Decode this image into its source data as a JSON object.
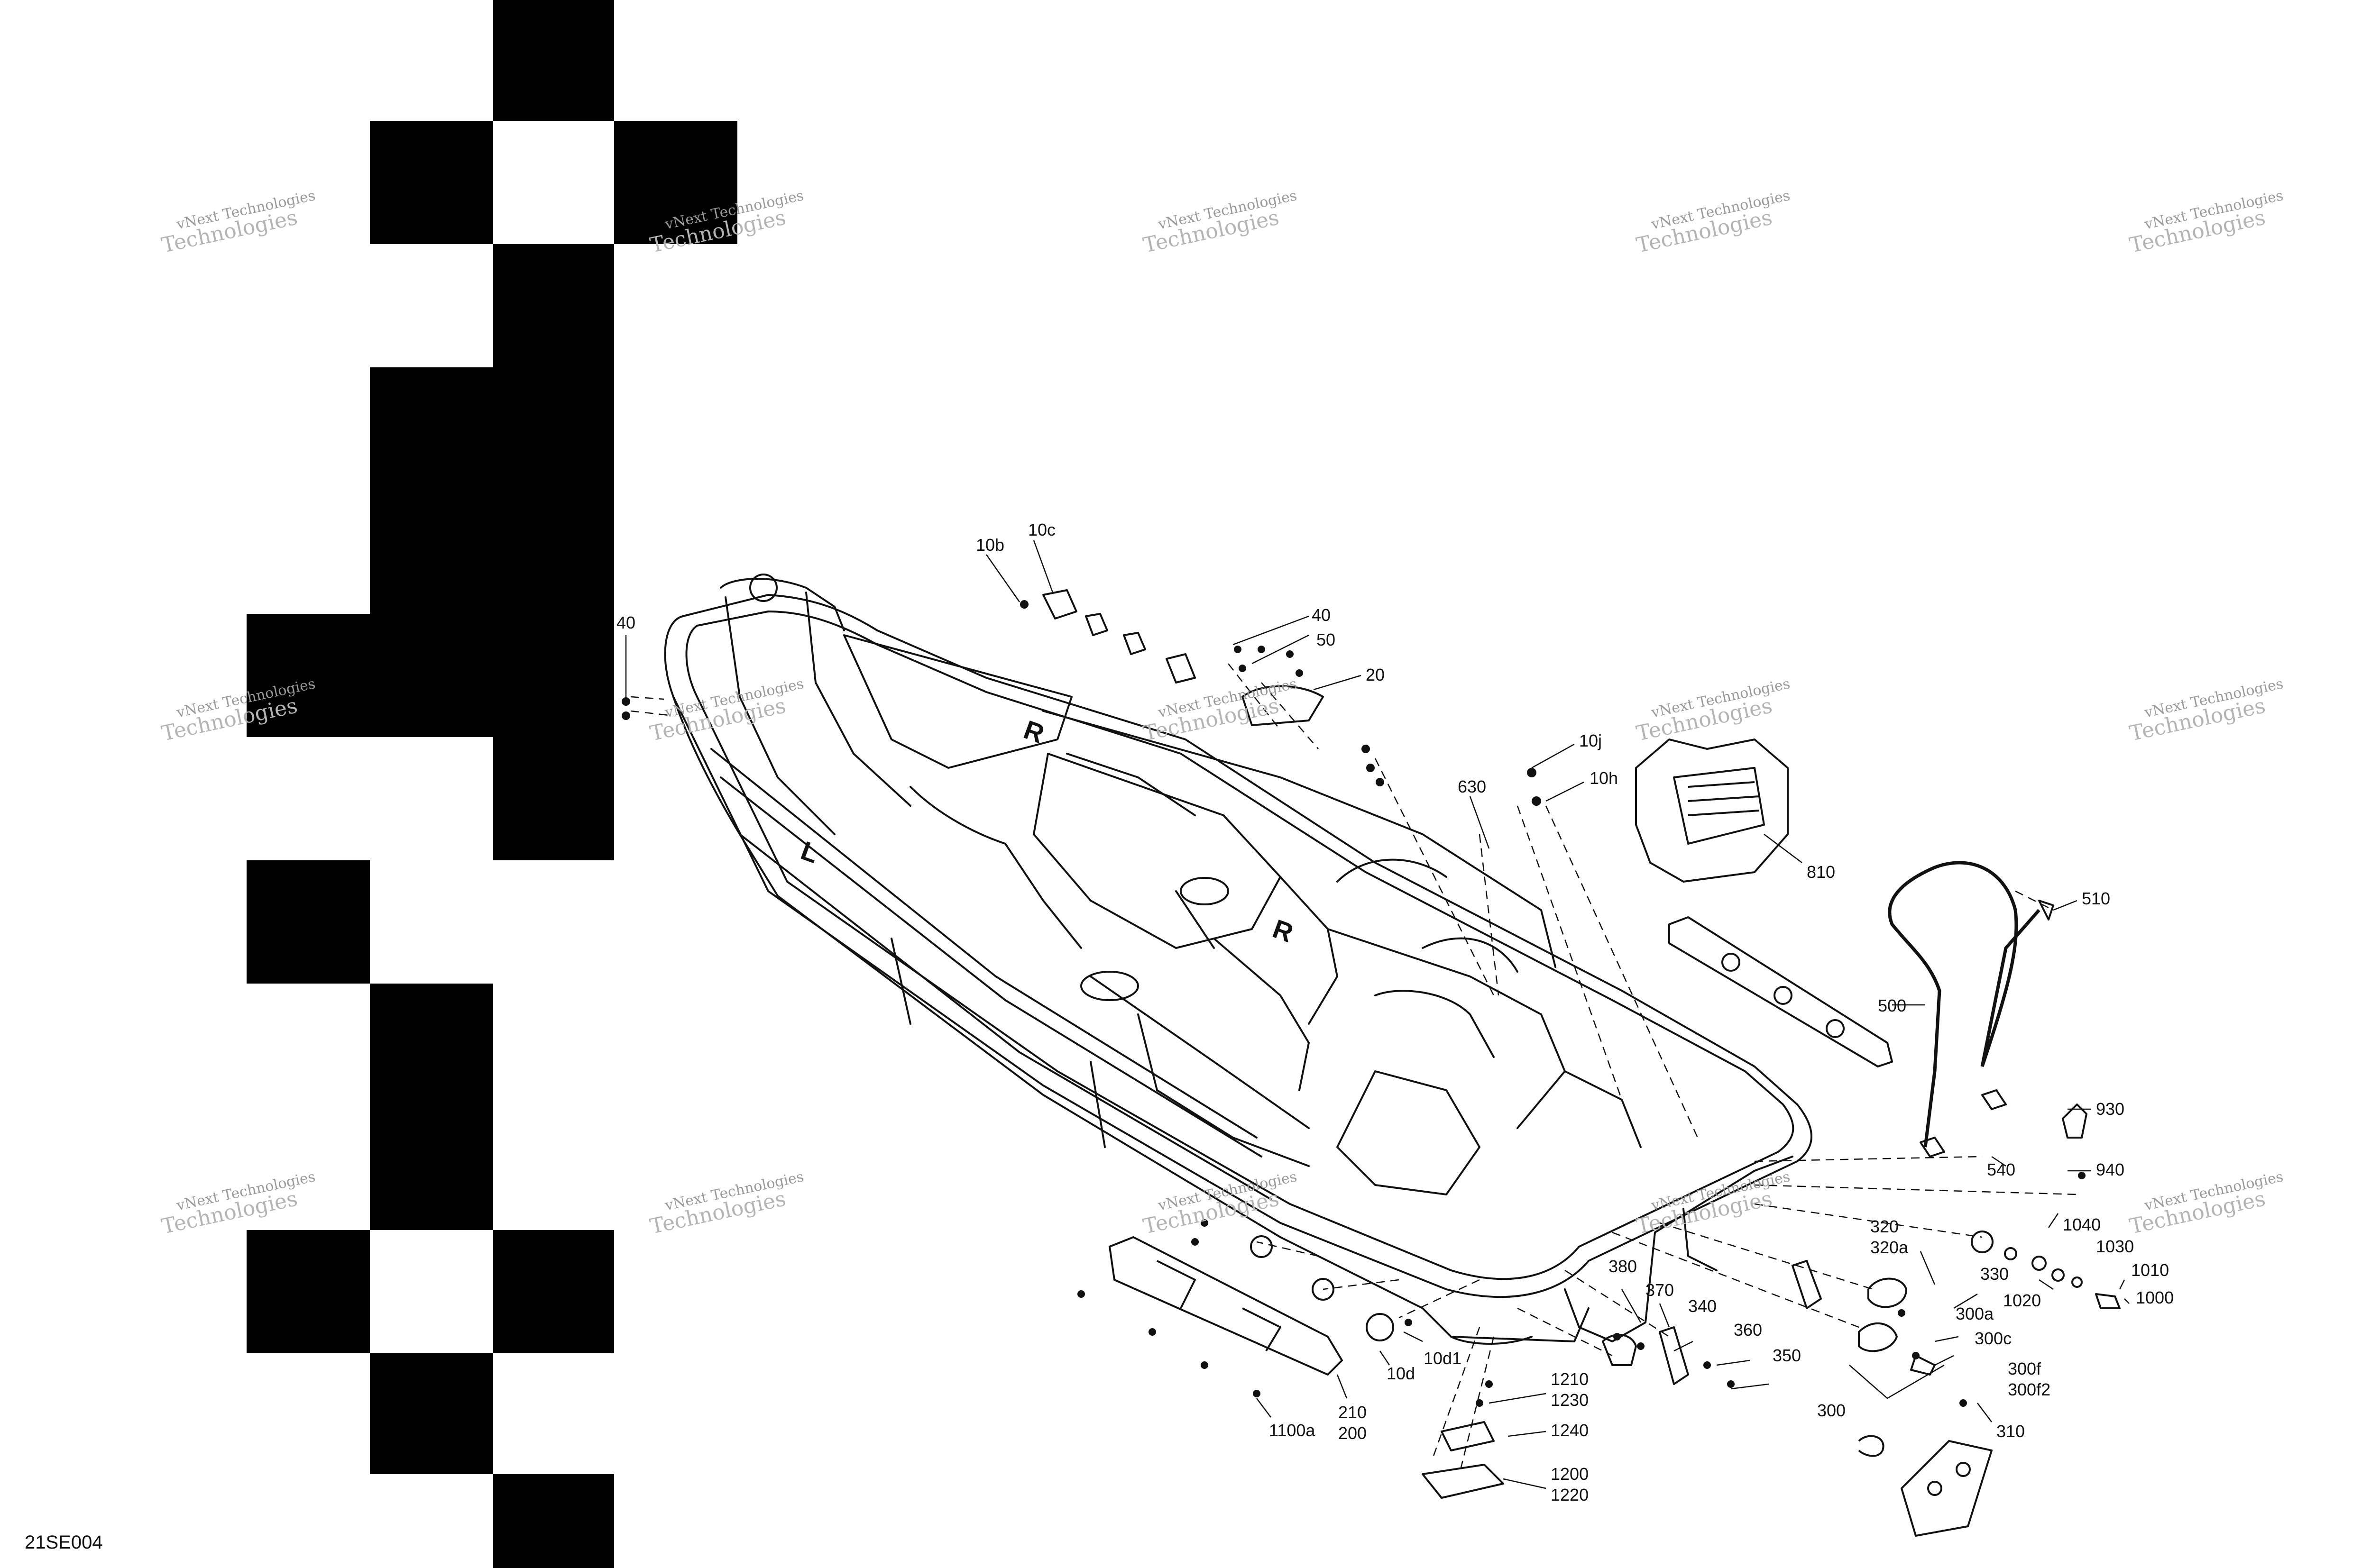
{
  "drawing_code": "21SE004",
  "watermark": {
    "line1": "vNext Technologies",
    "line2": "Technologies"
  },
  "callouts": {
    "c10b": "10b",
    "c10c": "10c",
    "c40a": "40",
    "c50": "50",
    "c20": "20",
    "c40b": "40",
    "c10j": "10j",
    "c10h": "10h",
    "c630": "630",
    "c810": "810",
    "c510": "510",
    "c500": "500",
    "c540": "540",
    "c930": "930",
    "c940": "940",
    "c1040": "1040",
    "c1030": "1030",
    "c1020": "1020",
    "c1010": "1010",
    "c1000": "1000",
    "c320": "320",
    "c320a": "320a",
    "c330": "330",
    "c300a": "300a",
    "c300c": "300c",
    "c300f": "300f",
    "c300f2": "300f2",
    "c300": "300",
    "c310": "310",
    "c380": "380",
    "c370": "370",
    "c340": "340",
    "c360": "360",
    "c350": "350",
    "c1210": "1210",
    "c1230": "1230",
    "c1240": "1240",
    "c1200": "1200",
    "c1220": "1220",
    "c10d": "10d",
    "c10d1": "10d1",
    "c210": "210",
    "c200": "200",
    "c1100a": "1100a"
  },
  "hull_letters": {
    "r1": "R",
    "r2": "R",
    "l": "L"
  },
  "colors": {
    "ink": "#111111",
    "fill": "#000000",
    "watermark": "#9a9a9a"
  }
}
